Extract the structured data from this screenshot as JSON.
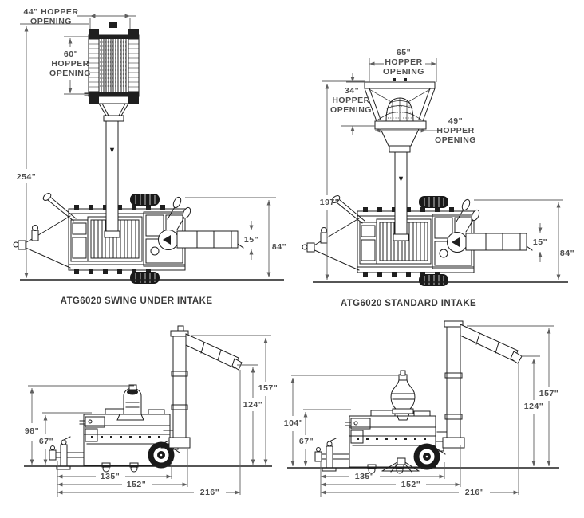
{
  "colors": {
    "background": "#ffffff",
    "line": "#1f1f1f",
    "dimension": "#5f5f5f",
    "dim_text": "#4d4d4d",
    "caption_text": "#3a3a3a"
  },
  "diagrams": {
    "swing_under": {
      "caption": "ATG6020 SWING UNDER INTAKE",
      "hopper_width": {
        "line1": "44\" HOPPER",
        "line2": "OPENING"
      },
      "hopper_depth": {
        "line1": "60\"",
        "line2": "HOPPER",
        "line3": "OPENING"
      },
      "overall_height": "254\"",
      "spout_width": "15\"",
      "machine_height": "84\""
    },
    "standard": {
      "caption": "ATG6020 STANDARD INTAKE",
      "hopper_top_width": {
        "line1": "65\"",
        "line2": "HOPPER",
        "line3": "OPENING"
      },
      "hopper_depth": {
        "line1": "34\"",
        "line2": "HOPPER",
        "line3": "OPENING"
      },
      "hopper_bottom_width": {
        "line1": "49\"",
        "line2": "HOPPER",
        "line3": "OPENING"
      },
      "overall_height": "197\"",
      "spout_width": "15\"",
      "machine_height": "84\""
    },
    "side_swing_under": {
      "height_to_motor": "98\"",
      "height_to_body": "67\"",
      "spout_height": "157\"",
      "discharge_height": "124\"",
      "length_body": "135\"",
      "length_with_chute": "152\"",
      "length_overall": "216\""
    },
    "side_standard": {
      "height_to_hopper": "104\"",
      "height_to_body": "67\"",
      "spout_height": "157\"",
      "discharge_height": "124\"",
      "length_body": "135\"",
      "length_with_chute": "152\"",
      "length_overall": "216\""
    }
  }
}
